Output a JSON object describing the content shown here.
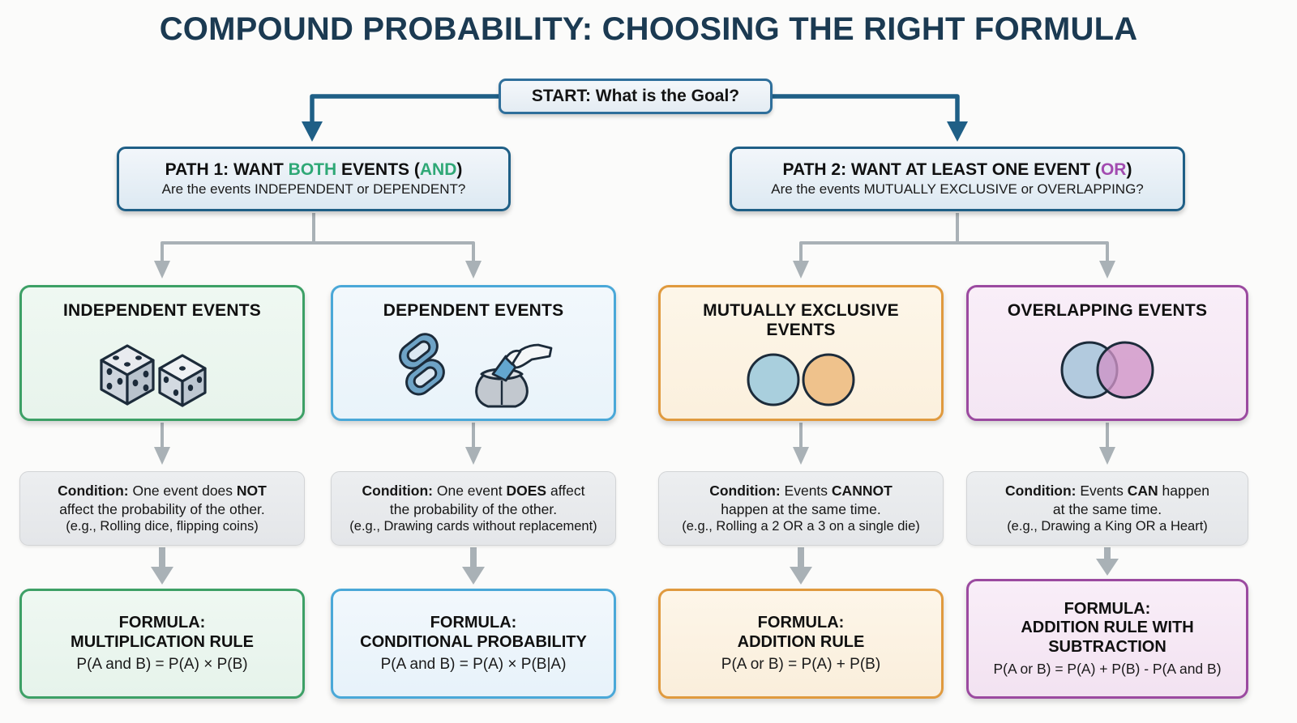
{
  "title": "COMPOUND PROBABILITY: CHOOSING THE RIGHT FORMULA",
  "colors": {
    "title": "#1b3a52",
    "connector_primary": "#1f5f86",
    "connector_secondary": "#a9b1b6",
    "green": "#3da066",
    "blue": "#4aa8d8",
    "orange": "#e09a3e",
    "purple": "#9b4aa0",
    "and_highlight": "#2fa876",
    "or_highlight": "#a24bb0",
    "background": "#fbfbfa"
  },
  "start": {
    "label": "START: What is the Goal?"
  },
  "paths": [
    {
      "id": "path-1",
      "line1_pre": "PATH 1: WANT ",
      "line1_hl1": "BOTH",
      "line1_mid": " EVENTS (",
      "line1_hl2": "AND",
      "line1_post": ")",
      "line2": "Are the events INDEPENDENT or DEPENDENT?"
    },
    {
      "id": "path-2",
      "line1_pre": "PATH 2: WANT AT LEAST ONE EVENT (",
      "line1_hl1": "OR",
      "line1_post": ")",
      "line2": "Are the events MUTUALLY EXCLUSIVE or OVERLAPPING?"
    }
  ],
  "branches": [
    {
      "id": "independent",
      "card_title": "INDEPENDENT EVENTS",
      "icon": "two-dice-icon",
      "condition": {
        "line1_pre": "Condition:",
        "line1_mid": " One event does ",
        "line1_bold": "NOT",
        "line2": "affect the probability of the other.",
        "line3": "(e.g., Rolling dice, flipping coins)"
      },
      "formula": {
        "title_line1": "FORMULA:",
        "title_line2": "MULTIPLICATION RULE",
        "equation": "P(A and B) = P(A) × P(B)"
      }
    },
    {
      "id": "dependent",
      "card_title": "DEPENDENT EVENTS",
      "icon": "chain-link-and-bag-draw-icon",
      "condition": {
        "line1_pre": "Condition:",
        "line1_mid": " One event ",
        "line1_bold": "DOES",
        "line1_post": " affect",
        "line2": "the probability of the other.",
        "line3": "(e.g., Drawing cards without replacement)"
      },
      "formula": {
        "title_line1": "FORMULA:",
        "title_line2": "CONDITIONAL PROBABILITY",
        "equation": "P(A and B) = P(A) × P(B|A)"
      }
    },
    {
      "id": "mutually-exclusive",
      "card_title_line1": "MUTUALLY EXCLUSIVE",
      "card_title_line2": "EVENTS",
      "icon": "two-disjoint-circles-icon",
      "condition": {
        "line1_pre": "Condition:",
        "line1_mid": " Events ",
        "line1_bold": "CANNOT",
        "line2": "happen at the same time.",
        "line3": "(e.g., Rolling a 2 OR a 3 on a single die)"
      },
      "formula": {
        "title_line1": "FORMULA:",
        "title_line2": "ADDITION RULE",
        "equation": "P(A or B) = P(A) + P(B)"
      }
    },
    {
      "id": "overlapping",
      "card_title": "OVERLAPPING EVENTS",
      "icon": "venn-diagram-icon",
      "condition": {
        "line1_pre": "Condition:",
        "line1_mid": " Events ",
        "line1_bold": "CAN",
        "line1_post": " happen",
        "line2": "at the same time.",
        "line3": "(e.g., Drawing a King OR a Heart)"
      },
      "formula": {
        "title_line1": "FORMULA:",
        "title_line2": "ADDITION RULE WITH",
        "title_line3": "SUBTRACTION",
        "equation": "P(A or B) = P(A) + P(B) - P(A and B)"
      }
    }
  ]
}
